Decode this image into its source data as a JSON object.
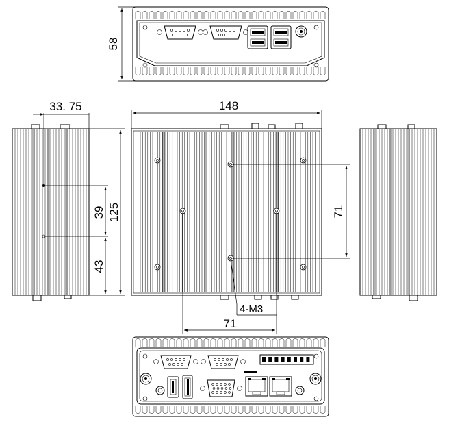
{
  "dimensions": {
    "top_height": "58",
    "side_offset": "33. 75",
    "side_upper": "39",
    "side_height": "125",
    "side_lower": "43",
    "front_width": "148",
    "front_vertical": "71",
    "front_horizontal": "71",
    "screw_note": "4-M3"
  }
}
